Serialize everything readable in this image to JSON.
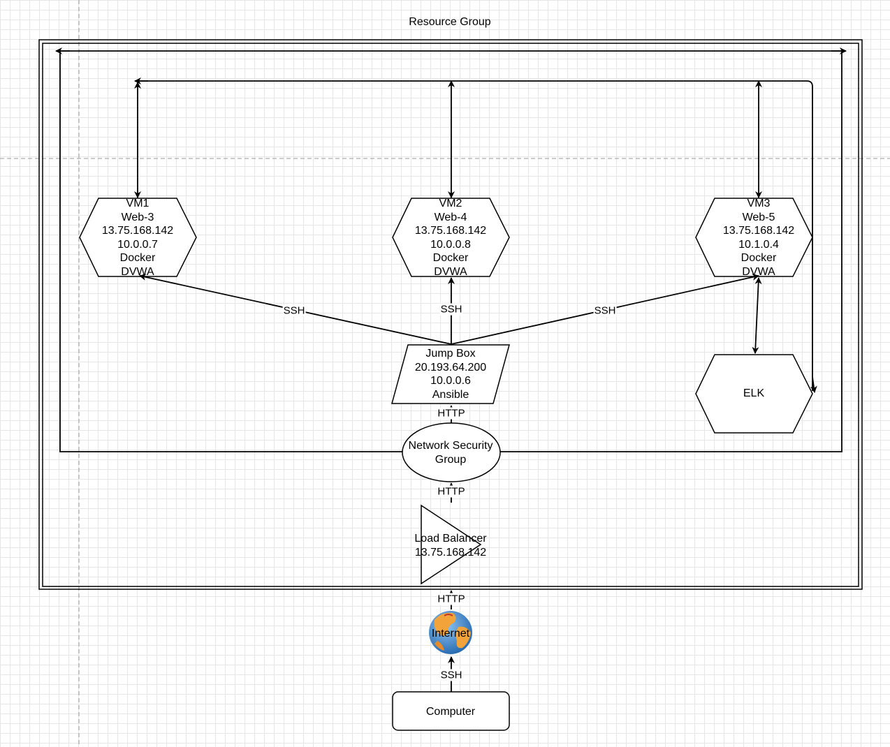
{
  "title": "Resource Group",
  "nodes": {
    "vm1": [
      "VM1",
      "Web-3",
      "13.75.168.142",
      "10.0.0.7",
      "Docker",
      "DVWA"
    ],
    "vm2": [
      "VM2",
      "Web-4",
      "13.75.168.142",
      "10.0.0.8",
      "Docker",
      "DVWA"
    ],
    "vm3": [
      "VM3",
      "Web-5",
      "13.75.168.142",
      "10.1.0.4",
      "Docker",
      "DVWA"
    ],
    "elk": [
      "ELK"
    ],
    "jumpbox": [
      "Jump Box",
      "20.193.64.200",
      "10.0.0.6",
      "Ansible"
    ],
    "nsg": [
      "Network Security",
      "Group"
    ],
    "load_balancer": [
      "Load Balancer",
      "13.75.168.142"
    ],
    "internet": [
      "Internet"
    ],
    "computer": [
      "Computer"
    ]
  },
  "edges": {
    "jump_vm1": "SSH",
    "jump_vm2": "SSH",
    "jump_vm3": "SSH",
    "nsg_jump": "HTTP",
    "lb_nsg": "HTTP",
    "internet_lb": "HTTP",
    "computer_internet": "SSH"
  },
  "colors": {
    "stroke": "#000000",
    "guide": "#999999",
    "globe_ocean": "#3b82c4",
    "globe_land": "#f2a33a"
  }
}
